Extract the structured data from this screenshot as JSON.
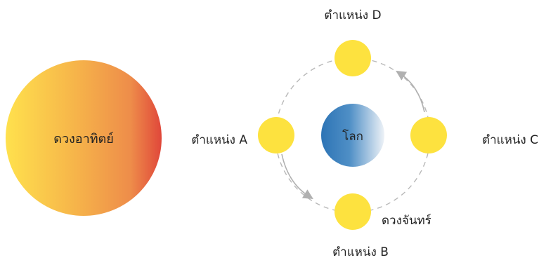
{
  "diagram": {
    "sun": {
      "label": "ดวงอาทิตย์",
      "gradient": [
        "#ffe14d",
        "#f6b44a",
        "#ee8d4a",
        "#e0473a"
      ]
    },
    "earth": {
      "label": "โลก",
      "gradient": [
        "#2d74b5",
        "#4f8fc6",
        "#e8eef5"
      ]
    },
    "moon": {
      "label": "ดวงจันทร์",
      "color": "#fde23f"
    },
    "positions": {
      "A": "ตำแหน่ง A",
      "B": "ตำแหน่ง B",
      "C": "ตำแหน่ง C",
      "D": "ตำแหน่ง D"
    },
    "orbit_color": "#b8b8b8",
    "arrow_color": "#b0b0b0"
  }
}
